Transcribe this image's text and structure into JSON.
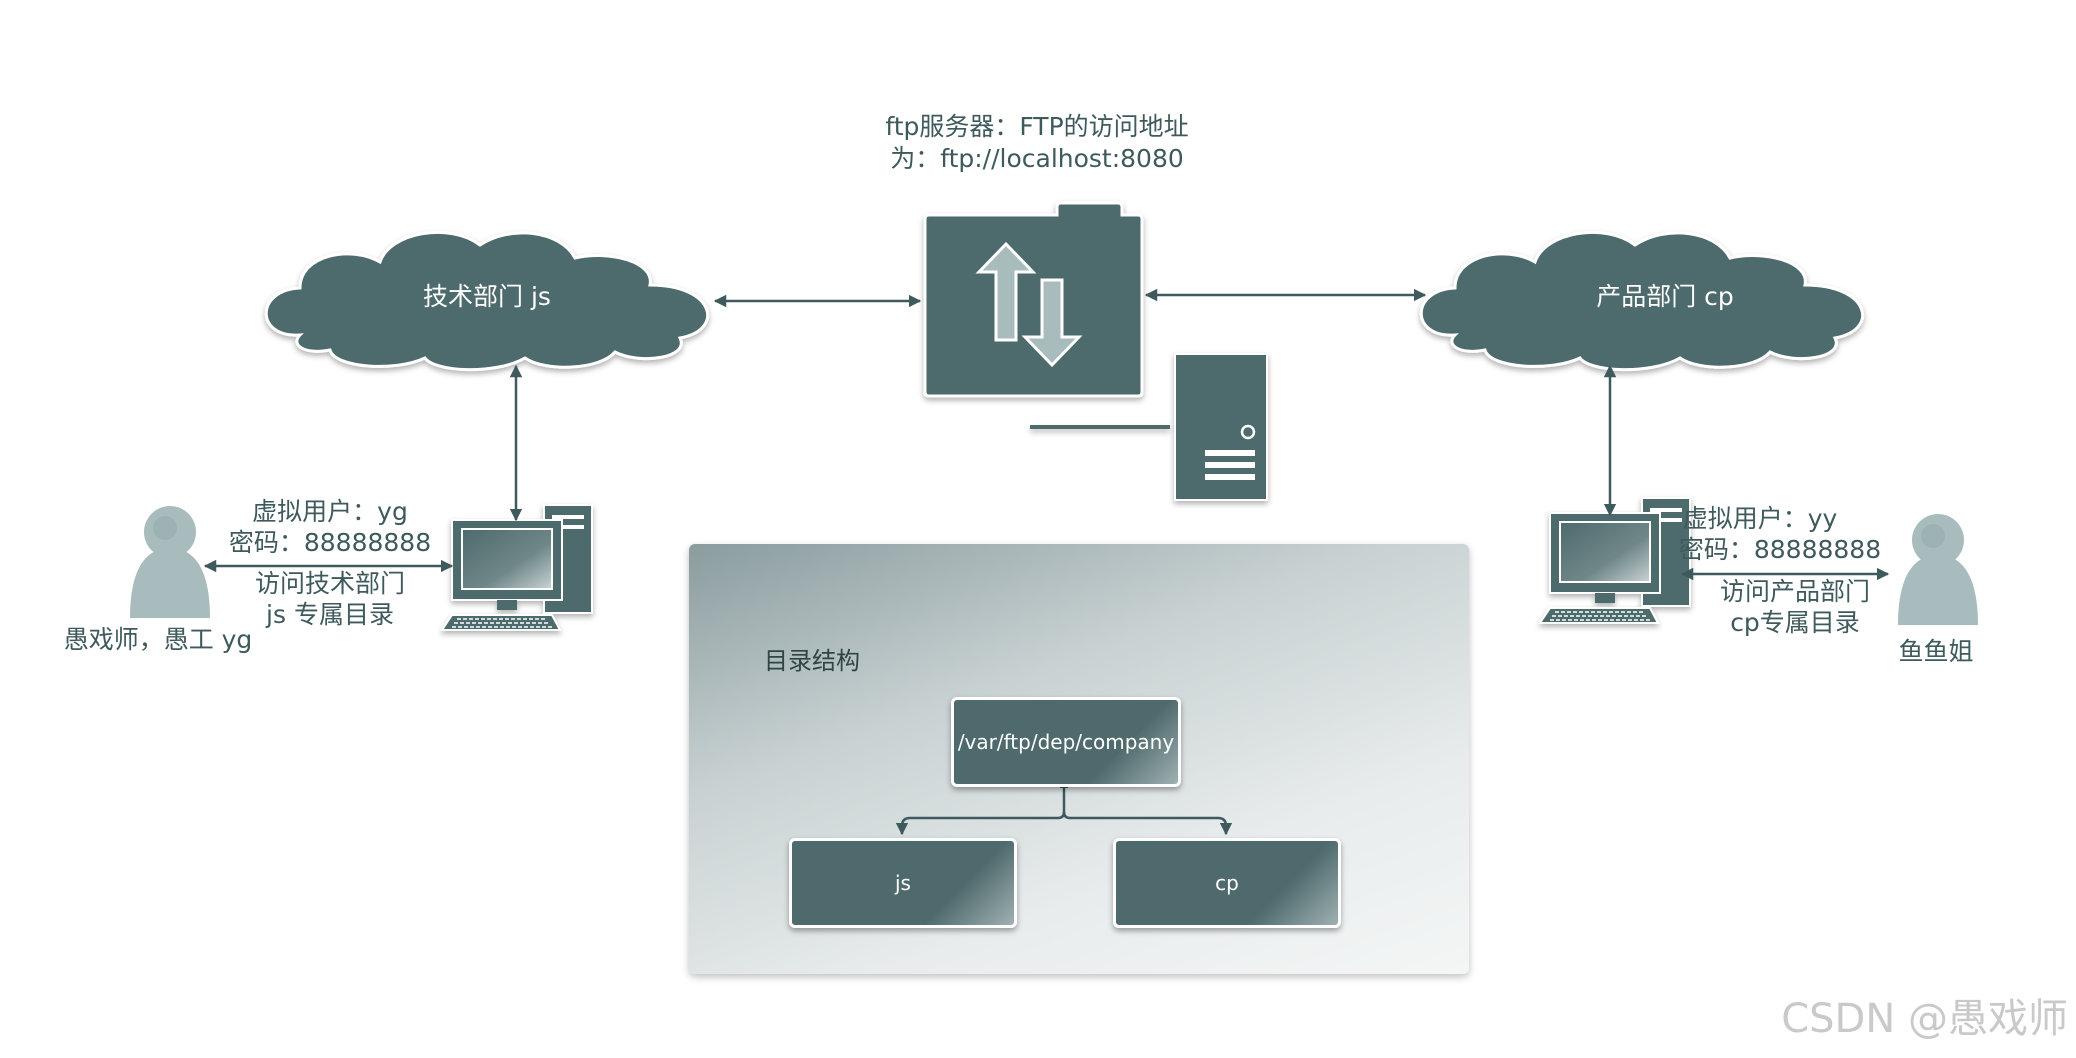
{
  "ftp_server": {
    "label_line1": "ftp服务器：FTP的访问地址",
    "label_line2": "为：ftp://localhost:8080"
  },
  "clouds": {
    "left": "技术部门 js",
    "right": "产品部门 cp"
  },
  "left_user": {
    "creds_line1": "虚拟用户：yg",
    "creds_line2": "密码：88888888",
    "access_line1": "访问技术部门",
    "access_line2": "js 专属目录",
    "person_name": "愚戏师，愚工 yg"
  },
  "right_user": {
    "creds_line1": "虚拟用户：yy",
    "creds_line2": "密码：88888888",
    "access_line1": "访问产品部门",
    "access_line2": "cp专属目录",
    "person_name": "鱼鱼姐"
  },
  "directory": {
    "title": "目录结构",
    "root": "/var/ftp/dep/company",
    "children": [
      "js",
      "cp"
    ]
  },
  "watermark": "CSDN @愚戏师",
  "colors": {
    "primary": "#4e6a6c",
    "text": "#3f5a5c",
    "person": "#a9bcbd"
  },
  "icons": {
    "ftp_server": "ftp-transfer-icon",
    "server_tower": "server-tower-icon",
    "computer": "desktop-computer-icon",
    "person": "person-icon",
    "cloud": "cloud-icon"
  }
}
